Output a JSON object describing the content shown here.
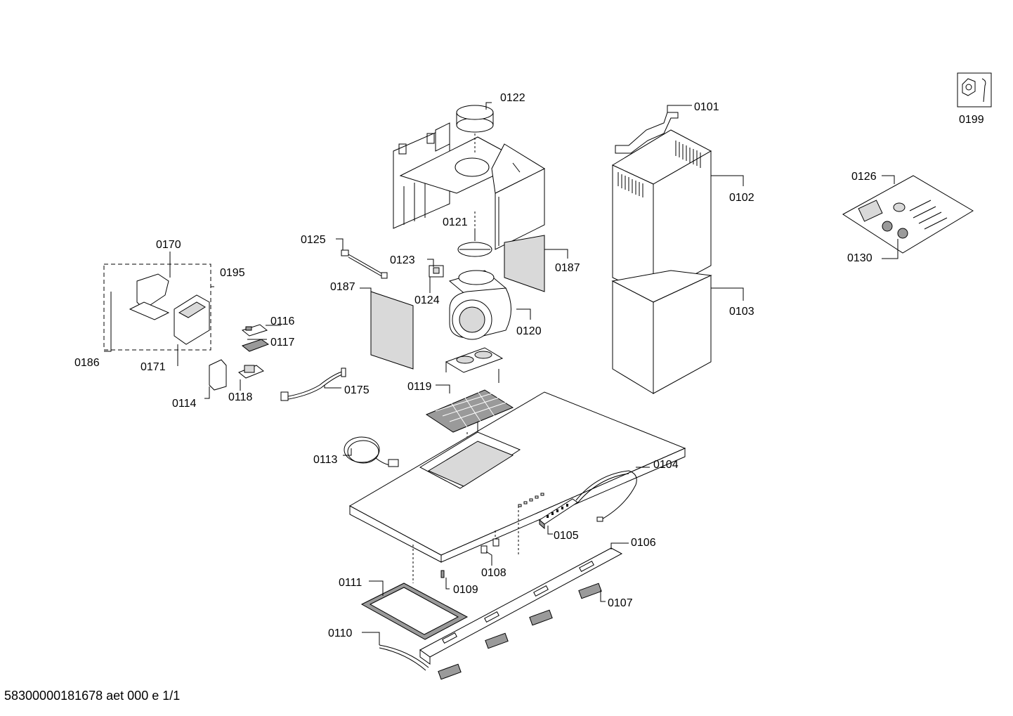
{
  "footer": "58300000181678 aet 000 e 1/1",
  "labels": {
    "p0101": "0101",
    "p0102": "0102",
    "p0103": "0103",
    "p0104": "0104",
    "p0105": "0105",
    "p0106": "0106",
    "p0107": "0107",
    "p0108": "0108",
    "p0109": "0109",
    "p0110": "0110",
    "p0111": "0111",
    "p0113": "0113",
    "p0114": "0114",
    "p0116": "0116",
    "p0117": "0117",
    "p0118": "0118",
    "p0119": "0119",
    "p0120": "0120",
    "p0121": "0121",
    "p0122": "0122",
    "p0123": "0123",
    "p0124": "0124",
    "p0125": "0125",
    "p0126": "0126",
    "p0130": "0130",
    "p0170": "0170",
    "p0171": "0171",
    "p0175": "0175",
    "p0186": "0186",
    "p0187a": "0187",
    "p0187b": "0187",
    "p0195": "0195",
    "p0199": "0199"
  }
}
